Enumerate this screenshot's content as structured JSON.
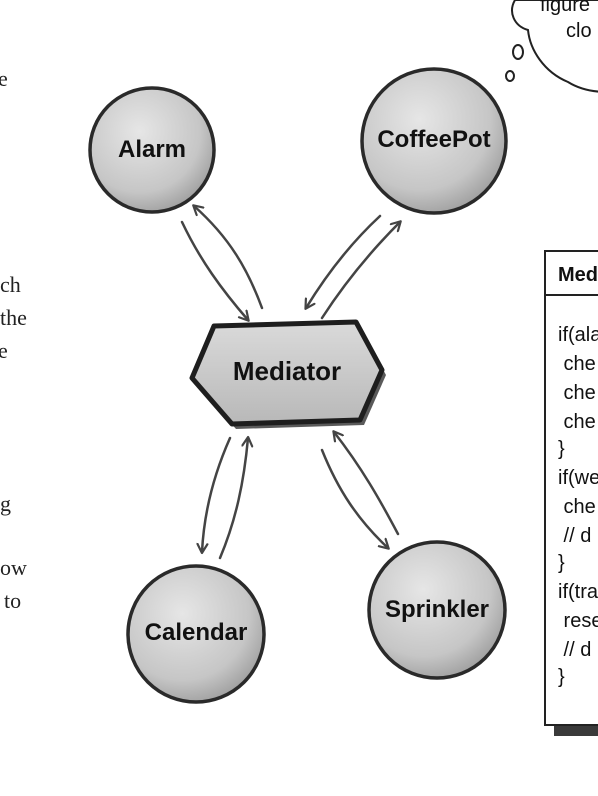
{
  "left_margin_text": [
    "e",
    "ch",
    "the",
    "e",
    "g",
    "ow",
    "to"
  ],
  "nodes": {
    "alarm": "Alarm",
    "coffeepot": "CoffeePot",
    "mediator": "Mediator",
    "calendar": "Calendar",
    "sprinkler": "Sprinkler"
  },
  "thought_bubble": {
    "lines": [
      "figure",
      "clo"
    ]
  },
  "code_box": {
    "title": "Med",
    "lines": [
      "if(ala",
      " che",
      " che",
      " che",
      "}",
      "if(we",
      " che",
      " // d",
      "}",
      "if(tra",
      " rese",
      " // d",
      "}"
    ]
  },
  "colors": {
    "node_fill": "#c8c8c8",
    "node_stroke": "#2a2a2a",
    "arrow": "#444444",
    "shadow": "#3a3a3a"
  }
}
